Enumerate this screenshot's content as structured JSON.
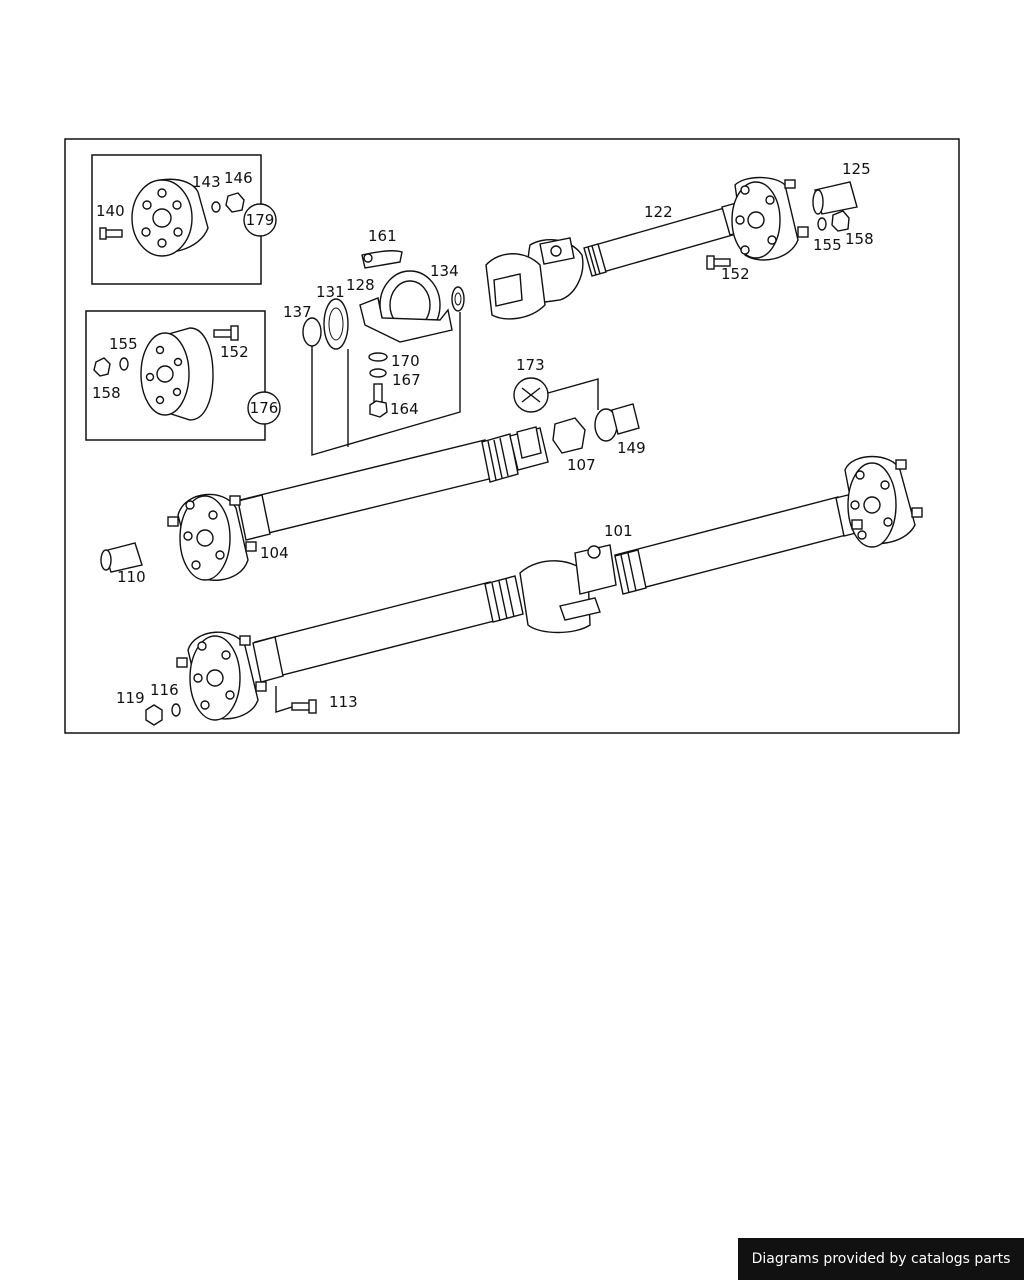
{
  "diagram": {
    "part_numbers": [
      "101",
      "104",
      "107",
      "110",
      "113",
      "116",
      "119",
      "122",
      "125",
      "128",
      "131",
      "134",
      "137",
      "140",
      "143",
      "146",
      "149",
      "152",
      "155",
      "158",
      "161",
      "164",
      "167",
      "170",
      "173",
      "176",
      "179"
    ],
    "labels": {
      "p101": "101",
      "p104": "104",
      "p107": "107",
      "p110": "110",
      "p113": "113",
      "p116": "116",
      "p119": "119",
      "p122": "122",
      "p125": "125",
      "p128": "128",
      "p131": "131",
      "p134": "134",
      "p137": "137",
      "p140": "140",
      "p143": "143",
      "p146": "146",
      "p149": "149",
      "p152_a": "152",
      "p152_b": "152",
      "p155_a": "155",
      "p155_b": "155",
      "p158_a": "158",
      "p158_b": "158",
      "p161": "161",
      "p164": "164",
      "p167": "167",
      "p170": "170",
      "p173": "173",
      "p176": "176",
      "p179": "179"
    },
    "colors": {
      "line": "#111111",
      "background": "#ffffff",
      "credit_bg": "#111111",
      "credit_text": "#ffffff"
    }
  },
  "footer": {
    "credit": "Diagrams provided by catalogs parts"
  }
}
